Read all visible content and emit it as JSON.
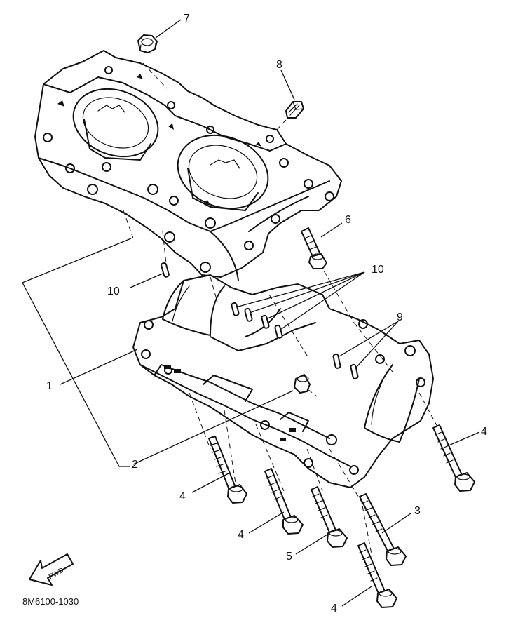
{
  "callouts": {
    "c1": "1",
    "c2": "2",
    "c3": "3",
    "c4a": "4",
    "c4b": "4",
    "c4c": "4",
    "c4d": "4",
    "c5": "5",
    "c6": "6",
    "c7": "7",
    "c8": "8",
    "c9": "9",
    "c10a": "10",
    "c10b": "10"
  },
  "fwd_arrow": {
    "text": "FWD"
  },
  "diagram_code": "8M6100-1030"
}
